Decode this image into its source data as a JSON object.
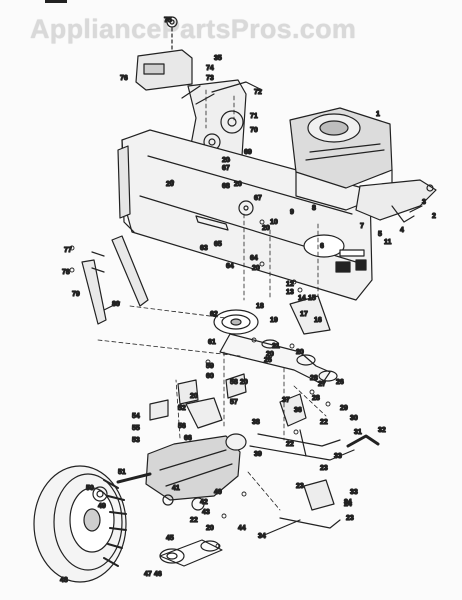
{
  "watermark": "AppliancePartsPros.com",
  "colors": {
    "ink": "#222222",
    "paper": "#fbfbfb",
    "watermark": "#d9d9d9"
  },
  "callouts": [
    "1",
    "2",
    "3",
    "4",
    "5",
    "6",
    "7",
    "8",
    "9",
    "10",
    "11",
    "12",
    "13",
    "14",
    "15",
    "16",
    "17",
    "18",
    "19",
    "20",
    "20",
    "20",
    "20",
    "20",
    "20",
    "20",
    "20",
    "20",
    "20",
    "21",
    "22",
    "22",
    "22",
    "23",
    "23",
    "23",
    "24",
    "25",
    "26",
    "27",
    "28",
    "28",
    "29",
    "30",
    "31",
    "32",
    "33",
    "33",
    "34",
    "34",
    "35",
    "36",
    "37",
    "38",
    "39",
    "40",
    "41",
    "42",
    "43",
    "44",
    "45",
    "46",
    "47",
    "48",
    "49",
    "50",
    "51",
    "52",
    "53",
    "54",
    "55",
    "56",
    "57",
    "58",
    "59",
    "60",
    "61",
    "62",
    "63",
    "64",
    "64",
    "65",
    "66",
    "67",
    "67",
    "68",
    "69",
    "70",
    "71",
    "72",
    "73",
    "74",
    "75",
    "76",
    "77",
    "78",
    "79",
    "80"
  ]
}
